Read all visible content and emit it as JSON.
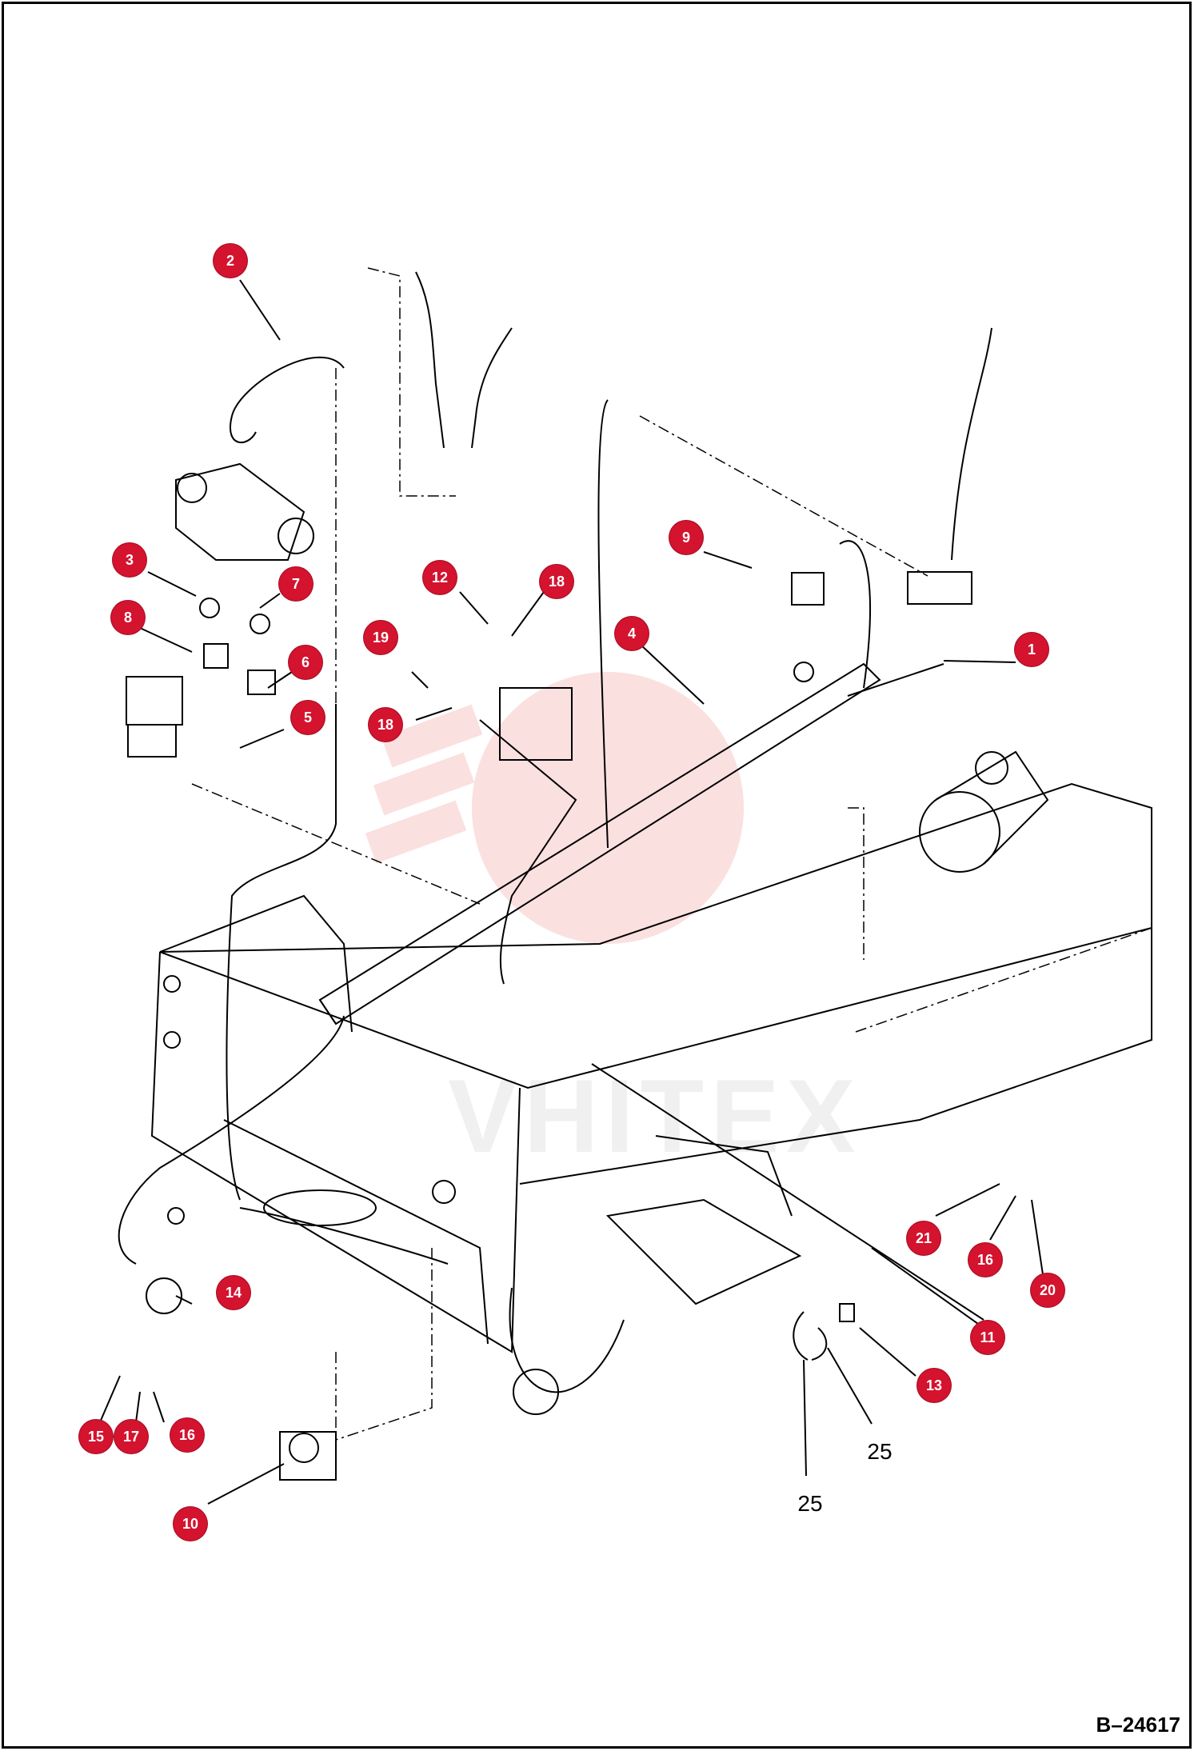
{
  "diagram": {
    "reference_code": "B–24617",
    "watermark_text": "VHITEX",
    "callouts": [
      {
        "id": "c1",
        "label": "1"
      },
      {
        "id": "c2",
        "label": "2"
      },
      {
        "id": "c3",
        "label": "3"
      },
      {
        "id": "c4",
        "label": "4"
      },
      {
        "id": "c5",
        "label": "5"
      },
      {
        "id": "c6",
        "label": "6"
      },
      {
        "id": "c7",
        "label": "7"
      },
      {
        "id": "c8",
        "label": "8"
      },
      {
        "id": "c9",
        "label": "9"
      },
      {
        "id": "c10",
        "label": "10"
      },
      {
        "id": "c11",
        "label": "11"
      },
      {
        "id": "c12",
        "label": "12"
      },
      {
        "id": "c13",
        "label": "13"
      },
      {
        "id": "c14",
        "label": "14"
      },
      {
        "id": "c15",
        "label": "15"
      },
      {
        "id": "c16a",
        "label": "16"
      },
      {
        "id": "c16b",
        "label": "16"
      },
      {
        "id": "c17",
        "label": "17"
      },
      {
        "id": "c18a",
        "label": "18"
      },
      {
        "id": "c18b",
        "label": "18"
      },
      {
        "id": "c19",
        "label": "19"
      },
      {
        "id": "c20",
        "label": "20"
      },
      {
        "id": "c21",
        "label": "21"
      }
    ],
    "plain_labels": [
      {
        "id": "p25a",
        "label": "25"
      },
      {
        "id": "p25b",
        "label": "25"
      }
    ],
    "colors": {
      "badge": "#d4132f",
      "line": "#000000",
      "logo_tint": "#f4a7a7"
    }
  }
}
